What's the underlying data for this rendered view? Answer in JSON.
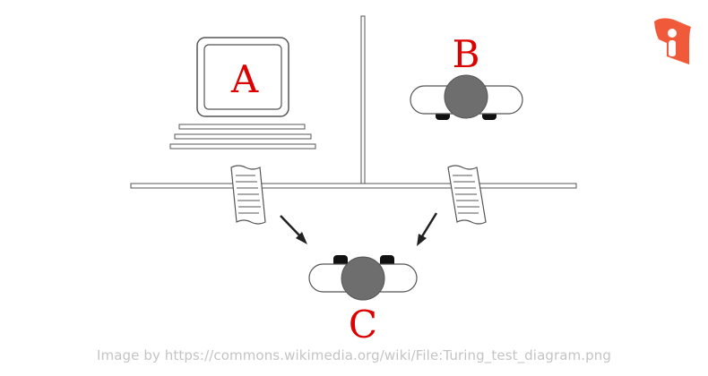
{
  "labels": {
    "a": "A",
    "b": "B",
    "c": "C"
  },
  "caption": "Image by https://commons.wikimedia.org/wiki/File:Turing_test_diagram.png",
  "colors": {
    "label": "#dd0000",
    "logo": "#f05a3a",
    "line": "#555555",
    "head": "#6e6e6e",
    "hand": "#111111",
    "arrow": "#222222"
  },
  "icons": [
    "computer-icon",
    "keyboard-icon",
    "person-icon",
    "paper-icon",
    "arrow-icon",
    "logo-icon"
  ]
}
